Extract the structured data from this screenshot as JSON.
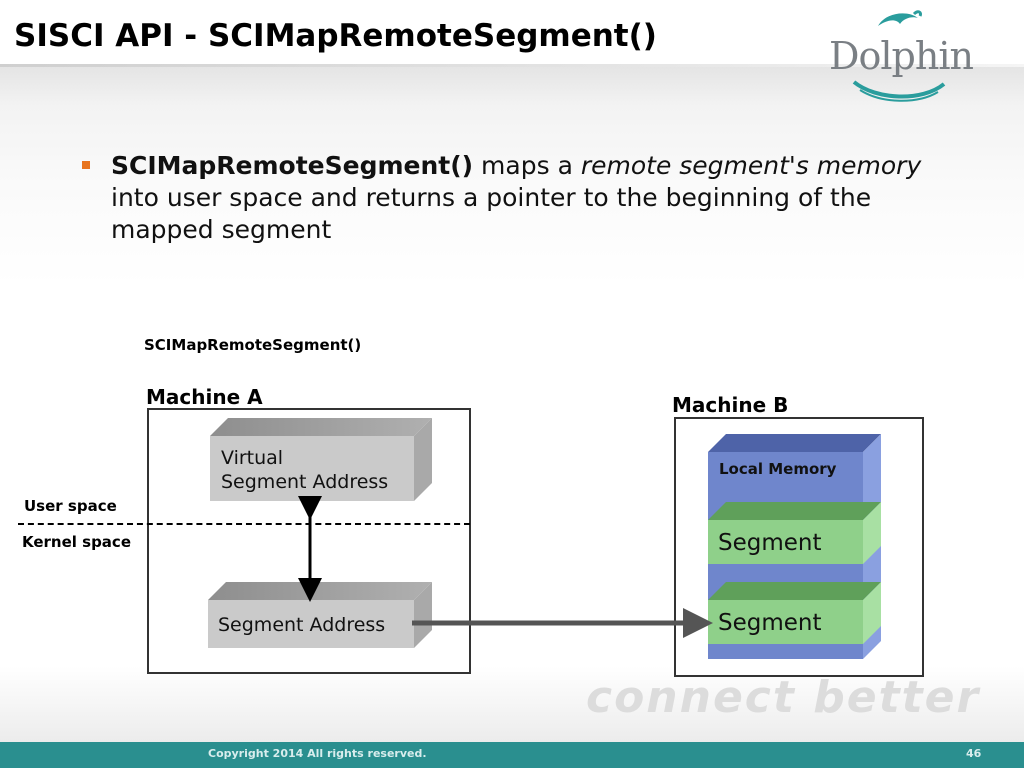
{
  "slide": {
    "title": "SISCI API - SCIMapRemoteSegment()",
    "logo_text": "Dolphin",
    "watermark": "connect better"
  },
  "bullet": {
    "bold_lead": "SCIMapRemoteSegment()",
    "text_1": " maps a ",
    "italic_1": "remote segment's memory",
    "text_2": " into user space and returns a pointer to the beginning of the mapped segment"
  },
  "diagram": {
    "function_label": "SCIMapRemoteSegment()",
    "machine_a_label": "Machine A",
    "machine_b_label": "Machine B",
    "user_space_label": "User space",
    "kernel_space_label": "Kernel space",
    "virtual_box_line1": "Virtual",
    "virtual_box_line2": "Segment Address",
    "segment_address_box": "Segment Address",
    "local_memory_label": "Local Memory",
    "segment_1_label": "Segment",
    "segment_2_label": "Segment"
  },
  "footer": {
    "copyright": "Copyright 2014  All rights reserved.",
    "page_number": "46"
  },
  "colors": {
    "footer_teal": "#2a8f8f",
    "bullet_orange": "#e8741e",
    "memory_blue": "#6f86cc",
    "segment_green": "#8fd08a",
    "box_gray": "#c9c9c9"
  }
}
